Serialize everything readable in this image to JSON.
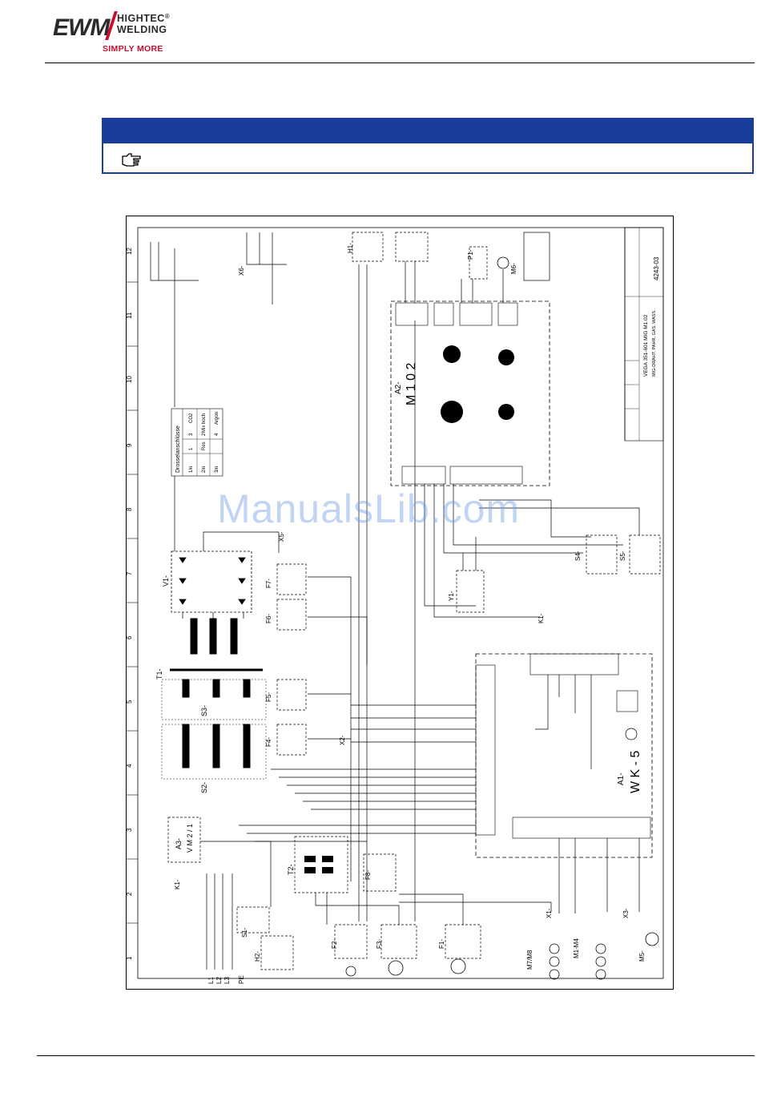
{
  "header": {
    "logo_text": "EWM",
    "logo_line1": "HIGHTEC",
    "logo_line2": "WELDING",
    "logo_reg": "®",
    "slogan": "SIMPLY MORE"
  },
  "note": {
    "icon": "pointing-hand-icon",
    "head_color": "#1a3d9c"
  },
  "diagram": {
    "columns": [
      "1",
      "2",
      "3",
      "4",
      "5",
      "6",
      "7",
      "8",
      "9",
      "10",
      "11",
      "12"
    ],
    "components": {
      "A1": "A1-",
      "A1_name": "W K - 5",
      "A2": "A2-",
      "A2_name": "M 1 0 2",
      "A3": "A3-",
      "A3_name": "V M 2 / 1",
      "T1": "T1-",
      "T2": "T2-",
      "V1": "V1-",
      "S1": "S1-",
      "S2": "S2-",
      "S3": "S3-",
      "S4": "S4-",
      "S5": "S5-",
      "K1": "K1-",
      "Y1": "Y1-",
      "H1": "H1-",
      "H2": "H2-",
      "P1": "P1-",
      "F1": "F1-",
      "F2": "F2-",
      "F3": "F3-",
      "F4": "F4-",
      "F5": "F5-",
      "F6": "F6-",
      "F7": "F7-",
      "F8": "F8-",
      "X1": "X1-",
      "X2": "X2-",
      "X3": "X3-",
      "X5": "X5-",
      "X6": "X6-",
      "M1": "M1-M4",
      "M5": "M5-",
      "M6": "M6-",
      "M7": "M7/M8",
      "L1": "L1",
      "L2": "L2",
      "L3": "L3",
      "PE": "PE"
    },
    "choke_table": {
      "title": "Drosselanschlüsse",
      "rows": [
        [
          "1/n",
          "1",
          "3",
          "CO2"
        ],
        [
          "2/n",
          "Res",
          "2",
          "Mix hoch"
        ],
        [
          "3/n",
          "",
          "4",
          "Argon"
        ]
      ]
    },
    "title_block": {
      "drawing_no": "4243-03",
      "model_line1": "VEGA 351-601 MIG M1.02",
      "model_line2": "MIG-DRAHT, PAHR, GAS, WASS."
    },
    "watermark": "ManualsLib.com"
  }
}
